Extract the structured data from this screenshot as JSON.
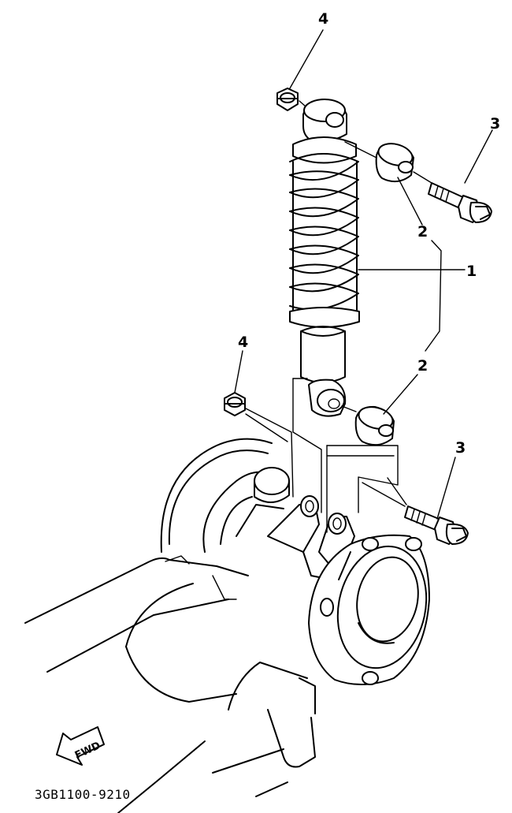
{
  "diagram": {
    "callouts": {
      "shock_absorber": "1",
      "bushing_upper": "2",
      "bushing_lower": "2",
      "bolt_upper": "3",
      "bolt_lower": "3",
      "nut_upper": "4",
      "nut_lower": "4"
    },
    "fwd_label": "FWD",
    "part_code": "3GB1100-9210"
  }
}
